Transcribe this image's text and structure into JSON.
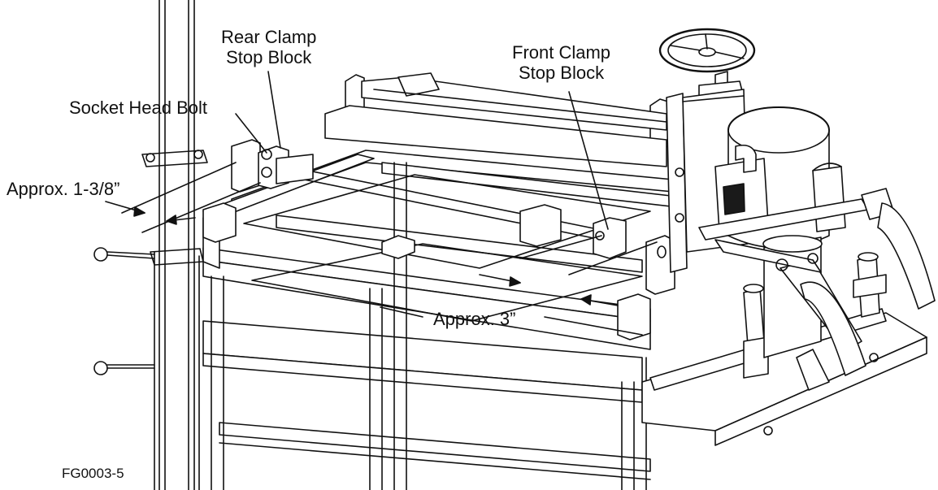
{
  "labels": {
    "rear_clamp": [
      "Rear Clamp",
      "Stop Block"
    ],
    "front_clamp": [
      "Front Clamp",
      "Stop Block"
    ],
    "socket_head_bolt": "Socket Head Bolt",
    "approx_1_3_8": "Approx. 1-3/8”",
    "approx_3": "Approx. 3”",
    "figure_id": "FG0003-5"
  },
  "colors": {
    "line": "#111111",
    "fill": "#ffffff",
    "shade": "#1a1a1a"
  }
}
